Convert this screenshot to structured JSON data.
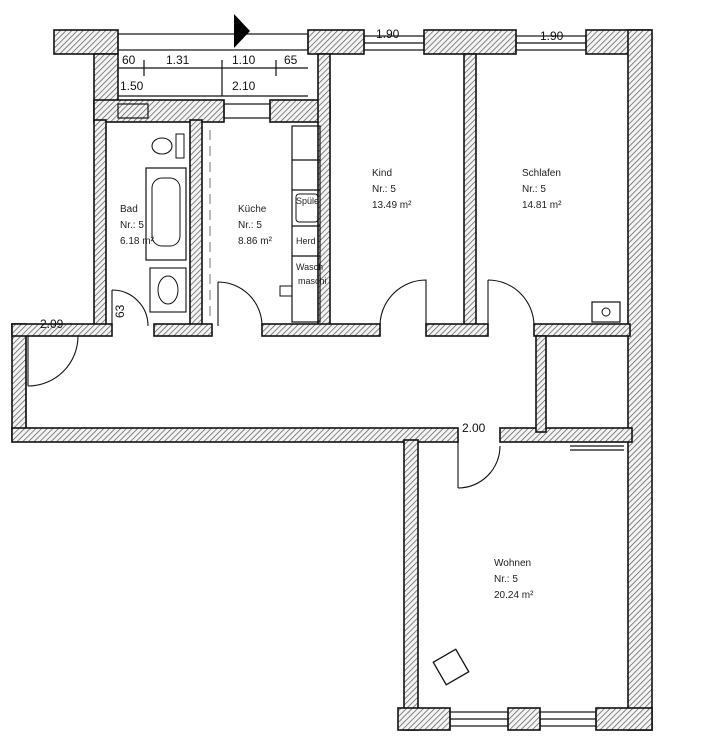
{
  "rooms": {
    "bad": {
      "name": "Bad",
      "nr": "Nr.: 5",
      "area": "6.18 m²"
    },
    "kueche": {
      "name": "Küche",
      "nr": "Nr.: 5",
      "area": "8.86 m²"
    },
    "kind": {
      "name": "Kind",
      "nr": "Nr.: 5",
      "area": "13.49 m²"
    },
    "schlafen": {
      "name": "Schlafen",
      "nr": "Nr.: 5",
      "area": "14.81 m²"
    },
    "wohnen": {
      "name": "Wohnen",
      "nr": "Nr.: 5",
      "area": "20.24 m²"
    }
  },
  "dimensions": {
    "d60": "60",
    "d131": "1.31",
    "d110": "1.10",
    "d65": "65",
    "d150": "1.50",
    "d210": "2.10",
    "kind_window": "1.90",
    "schlafen_window": "1.90",
    "hall_door": "2.09",
    "wohnen_door": "2.00",
    "bad_door": "63"
  },
  "fixtures": {
    "spuele": "Spüle",
    "herd": "Herd",
    "wasch_line1": "Wasch",
    "wasch_line2": "maschi"
  }
}
